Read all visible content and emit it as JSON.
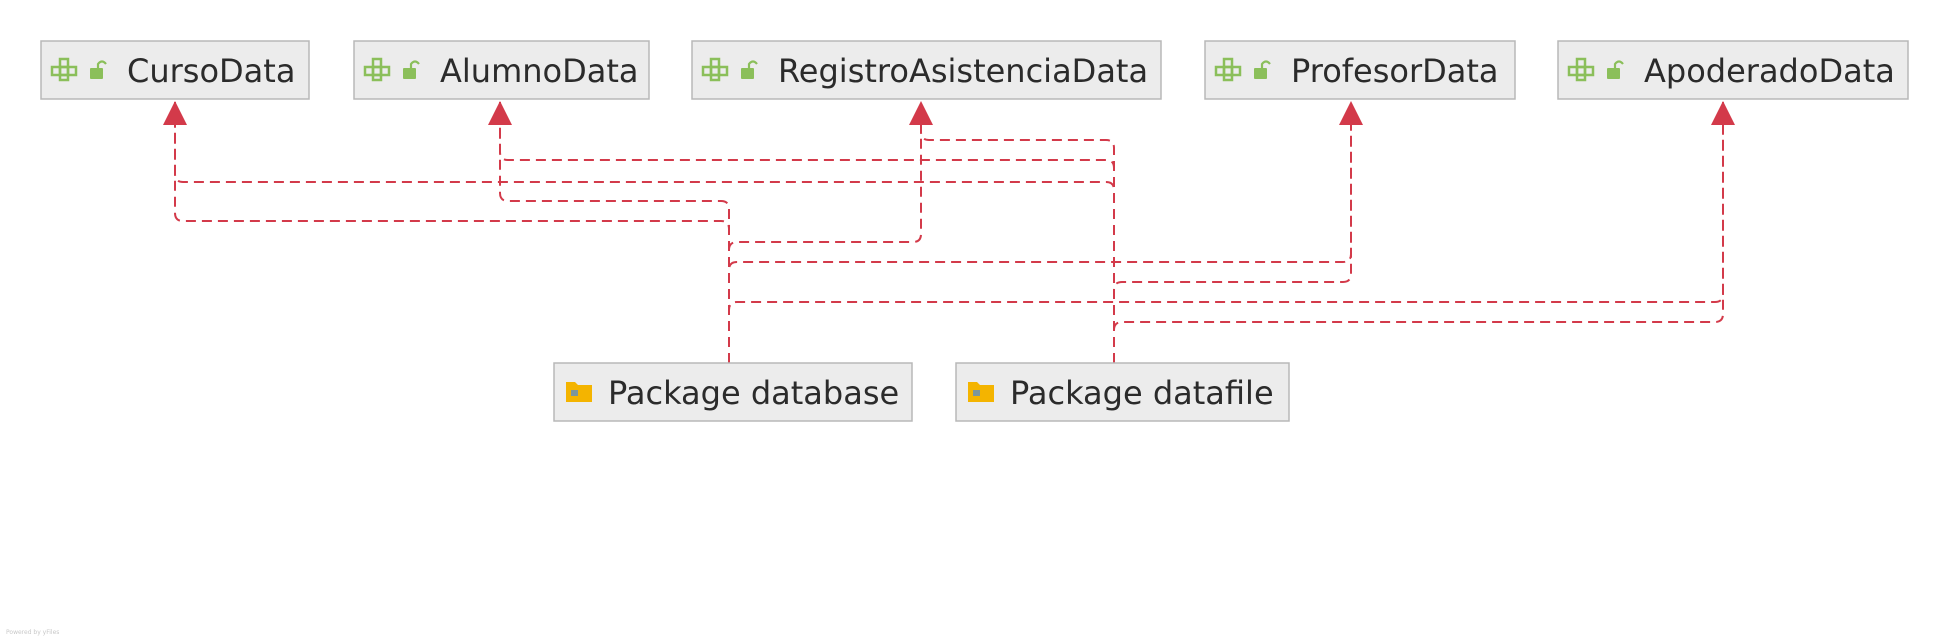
{
  "diagram": {
    "classes": [
      {
        "id": "curso",
        "label": "CursoData",
        "icon": "interface-icon",
        "access_icon": "public-lock-icon"
      },
      {
        "id": "alumno",
        "label": "AlumnoData",
        "icon": "interface-icon",
        "access_icon": "public-lock-icon"
      },
      {
        "id": "registro",
        "label": "RegistroAsistenciaData",
        "icon": "interface-icon",
        "access_icon": "public-lock-icon"
      },
      {
        "id": "profesor",
        "label": "ProfesorData",
        "icon": "interface-icon",
        "access_icon": "public-lock-icon"
      },
      {
        "id": "apoderado",
        "label": "ApoderadoData",
        "icon": "interface-icon",
        "access_icon": "public-lock-icon"
      }
    ],
    "packages": [
      {
        "id": "database",
        "label": "Package database",
        "icon": "folder-icon"
      },
      {
        "id": "datafile",
        "label": "Package datafile",
        "icon": "folder-icon"
      }
    ],
    "edges": [
      {
        "from": "database",
        "to": "curso",
        "style": "dashed"
      },
      {
        "from": "database",
        "to": "alumno",
        "style": "dashed"
      },
      {
        "from": "database",
        "to": "registro",
        "style": "dashed"
      },
      {
        "from": "database",
        "to": "profesor",
        "style": "dashed"
      },
      {
        "from": "database",
        "to": "apoderado",
        "style": "dashed"
      },
      {
        "from": "datafile",
        "to": "curso",
        "style": "dashed"
      },
      {
        "from": "datafile",
        "to": "alumno",
        "style": "dashed"
      },
      {
        "from": "datafile",
        "to": "registro",
        "style": "dashed"
      },
      {
        "from": "datafile",
        "to": "profesor",
        "style": "dashed"
      },
      {
        "from": "datafile",
        "to": "apoderado",
        "style": "dashed"
      }
    ],
    "colors": {
      "edge": "#d33a4a",
      "node_fill": "#ececec",
      "node_border": "#b8b8b8",
      "interface_icon": "#8bbf5a",
      "folder": "#f4b400"
    }
  },
  "footer": {
    "powered_by": "Powered by yFiles"
  }
}
